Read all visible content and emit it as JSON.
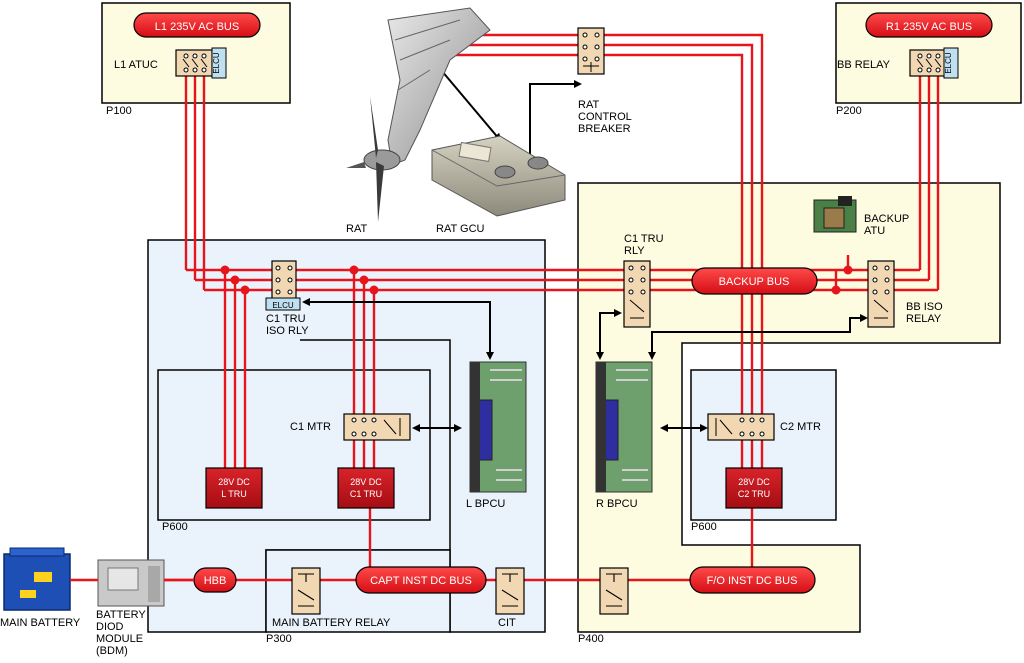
{
  "panels": {
    "p100": "P100",
    "p200": "P200",
    "p600_left": "P600",
    "p600_right": "P600",
    "p300": "P300",
    "p400": "P400"
  },
  "buses": {
    "l1_ac": "L1 235V AC BUS",
    "r1_ac": "R1 235V AC BUS",
    "backup": "BACKUP BUS",
    "hbb": "HBB",
    "capt_inst_dc": "CAPT INST DC BUS",
    "fo_inst_dc": "F/O INST DC BUS"
  },
  "trus": {
    "l_tru_line1": "28V DC",
    "l_tru_line2": "L TRU",
    "c1_tru_line1": "28V DC",
    "c1_tru_line2": "C1 TRU",
    "c2_tru_line1": "28V DC",
    "c2_tru_line2": "C2 TRU"
  },
  "labels": {
    "l1_atuc": "L1 ATUC",
    "bb_relay": "BB RELAY",
    "elcu": "ELCU",
    "rat": "RAT",
    "rat_gcu": "RAT GCU",
    "rat_control_breaker": [
      "RAT",
      "CONTROL",
      "BREAKER"
    ],
    "backup_atu": [
      "BACKUP",
      "ATU"
    ],
    "c1_tru_rly": [
      "C1 TRU",
      "RLY"
    ],
    "bb_iso_relay": [
      "BB ISO",
      "RELAY"
    ],
    "c1_tru_iso_rly": [
      "C1 TRU",
      "ISO RLY"
    ],
    "c1_mtr": "C1 MTR",
    "c2_mtr": "C2 MTR",
    "l_bpcu": "L BPCU",
    "r_bpcu": "R BPCU",
    "main_battery": "MAIN BATTERY",
    "bdm": [
      "BATTERY",
      "DIOD",
      "MODULE",
      "(BDM)"
    ],
    "main_battery_relay": "MAIN BATTERY RELAY",
    "cit": "CIT"
  },
  "colors": {
    "wire": "#e8141c",
    "bus_fill": "#e8141c",
    "tru_fill": "#c4121a",
    "panel_yellow": "#fdfbe0",
    "panel_blue": "#eaf3fb",
    "relay_fill": "#f1d7b2",
    "elcu_fill": "#bfe0f0"
  }
}
